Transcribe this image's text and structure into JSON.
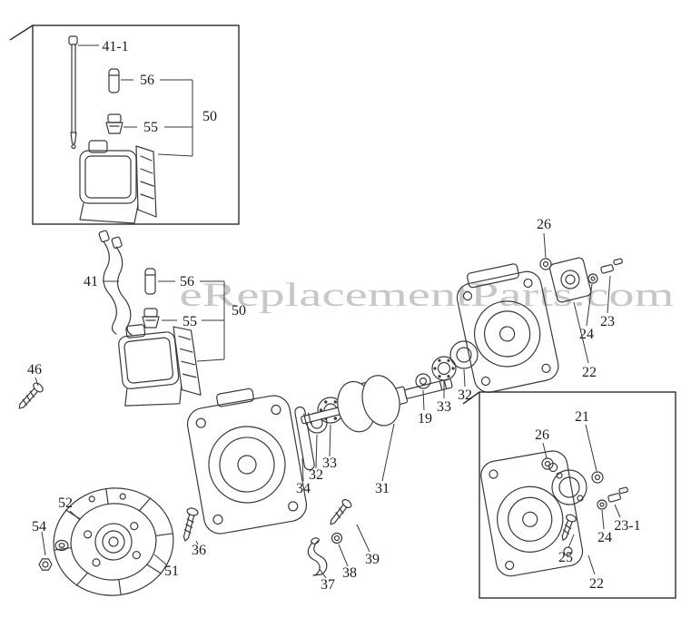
{
  "watermark": "eReplacementParts.com",
  "labels": {
    "inset_top": {
      "p41_1": "41-1",
      "p56": "56",
      "p55": "55",
      "p50": "50"
    },
    "main": {
      "p41": "41",
      "p56": "56",
      "p55": "55",
      "p50": "50",
      "p46": "46",
      "p26": "26",
      "p23": "23",
      "p24": "24",
      "p22": "22",
      "p19": "19",
      "p33r": "33",
      "p32r": "32",
      "p33l": "33",
      "p32l": "32",
      "p34": "34",
      "p31": "31",
      "p52": "52",
      "p54": "54",
      "p51": "51",
      "p36": "36",
      "p37": "37",
      "p38": "38",
      "p39": "39"
    },
    "inset_bottom": {
      "p26": "26",
      "p21": "21",
      "p23_1": "23-1",
      "p24": "24",
      "p25": "25",
      "p22": "22"
    }
  }
}
